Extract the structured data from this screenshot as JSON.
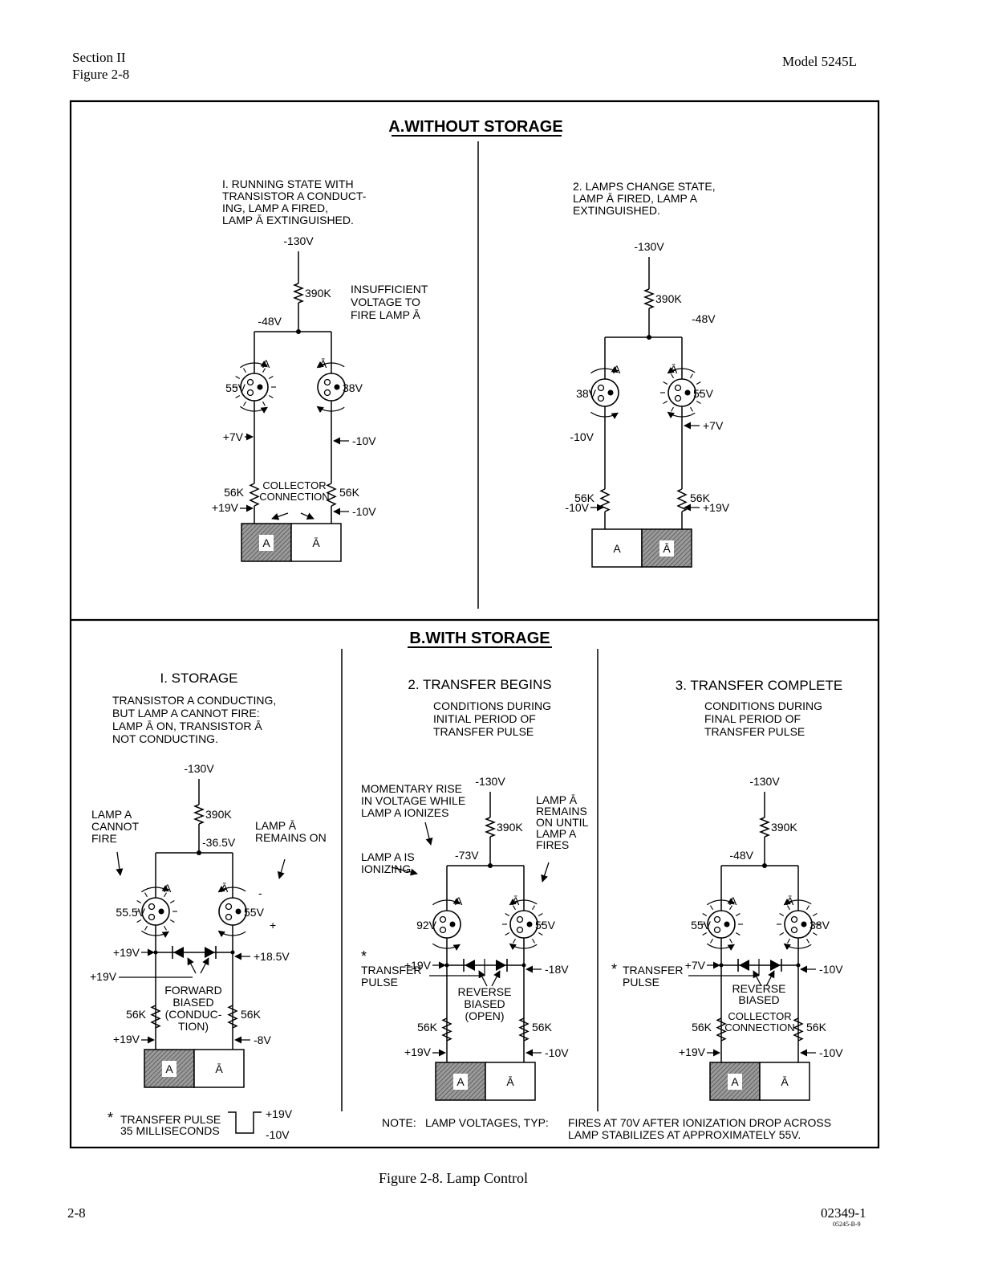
{
  "header": {
    "section": "Section II",
    "figure_ref": "Figure 2-8",
    "model": "Model 5245L"
  },
  "panel_a": {
    "title": "A.WITHOUT STORAGE",
    "c1": {
      "desc": [
        "I. RUNNING STATE WITH",
        "TRANSISTOR A CONDUCT-",
        "ING, LAMP A FIRED,",
        "LAMP Ā EXTINGUISHED."
      ],
      "supply": "-130V",
      "r_top": "390K",
      "node": "-48V",
      "note": [
        "INSUFFICIENT",
        "VOLTAGE TO",
        "FIRE LAMP Ā"
      ],
      "lamp_left": "A",
      "lamp_right": "Ā",
      "v_left": "55V",
      "v_right": "38V",
      "mid_left": "+7V",
      "mid_right": "-10V",
      "r_left": "56K",
      "r_right": "56K",
      "collector": [
        "COLLECTOR",
        "CONNECTION"
      ],
      "bot_left": "+19V",
      "bot_right": "-10V",
      "box_left": "A",
      "box_right": "Ā"
    },
    "c2": {
      "desc": [
        "2. LAMPS CHANGE STATE,",
        "LAMP Ā FIRED, LAMP A",
        "EXTINGUISHED."
      ],
      "supply": "-130V",
      "r_top": "390K",
      "node": "-48V",
      "lamp_left": "A",
      "lamp_right": "Ā",
      "v_left": "38V",
      "v_right": "55V",
      "mid_left": "-10V",
      "mid_right": "+7V",
      "r_left": "56K",
      "r_right": "56K",
      "bot_left": "-10V",
      "bot_right": "+19V",
      "box_left": "A",
      "box_right": "Ā"
    }
  },
  "panel_b": {
    "title": "B.WITH STORAGE",
    "c1": {
      "heading": "I. STORAGE",
      "desc": [
        "TRANSISTOR A CONDUCTING,",
        "BUT LAMP A CANNOT FIRE:",
        "LAMP Ā ON, TRANSISTOR Ā",
        "NOT CONDUCTING."
      ],
      "supply": "-130V",
      "r_top": "390K",
      "node": "-36.5V",
      "note_left": [
        "LAMP A",
        "CANNOT",
        "FIRE"
      ],
      "note_right": [
        "LAMP Ā",
        "REMAINS ON"
      ],
      "lamp_left": "A",
      "lamp_right": "Ā",
      "v_left": "55.5V",
      "v_right": "55V",
      "sign_minus": "-",
      "sign_plus": "+",
      "diode_left": "+19V",
      "diode_right": "+18.5V",
      "pulse_in": "+19V",
      "bias": [
        "FORWARD",
        "BIASED",
        "(CONDUC-",
        "TION)"
      ],
      "r_left": "56K",
      "r_right": "56K",
      "bot_left": "+19V",
      "bot_right": "-8V",
      "box_left": "A",
      "box_right": "Ā"
    },
    "c2": {
      "heading": "2. TRANSFER BEGINS",
      "desc": [
        "CONDITIONS DURING",
        "INITIAL PERIOD OF",
        "TRANSFER PULSE"
      ],
      "supply": "-130V",
      "r_top": "390K",
      "node": "-73V",
      "note_left": [
        "MOMENTARY RISE",
        "IN VOLTAGE WHILE",
        "LAMP A IONIZES"
      ],
      "note_right": [
        "LAMP Ā",
        "REMAINS",
        "ON UNTIL",
        "LAMP A",
        "FIRES"
      ],
      "note_ion": [
        "LAMP A IS",
        "IONIZING"
      ],
      "lamp_left": "A",
      "lamp_right": "Ā",
      "v_left": "92V",
      "v_right": "55V",
      "diode_left": "+19V",
      "diode_right": "-18V",
      "pulse_star": "*",
      "pulse": [
        "TRANSFER",
        "PULSE"
      ],
      "bias": [
        "REVERSE",
        "BIASED",
        "(OPEN)"
      ],
      "r_left": "56K",
      "r_right": "56K",
      "bot_left": "+19V",
      "bot_right": "-10V",
      "box_left": "A",
      "box_right": "Ā"
    },
    "c3": {
      "heading": "3. TRANSFER COMPLETE",
      "desc": [
        "CONDITIONS DURING",
        "FINAL PERIOD OF",
        "TRANSFER PULSE"
      ],
      "supply": "-130V",
      "r_top": "390K",
      "node": "-48V",
      "lamp_left": "A",
      "lamp_right": "Ā",
      "v_left": "55V",
      "v_right": "38V",
      "diode_left": "+7V",
      "diode_right": "-10V",
      "pulse_star": "*",
      "pulse": [
        "TRANSFER",
        "PULSE"
      ],
      "bias": [
        "REVERSE",
        "BIASED"
      ],
      "collector": [
        "COLLECTOR",
        "CONNECTION"
      ],
      "r_left": "56K",
      "r_right": "56K",
      "bot_left": "+19V",
      "bot_right": "-10V",
      "box_left": "A",
      "box_right": "Ā"
    },
    "legend": {
      "star": "*",
      "lines": [
        "TRANSFER PULSE",
        "35 MILLISECONDS"
      ],
      "high": "+19V",
      "low": "-10V"
    },
    "note": {
      "label": "NOTE:",
      "text1": "LAMP VOLTAGES, TYP:",
      "text2": "FIRES AT 70V AFTER IONIZATION DROP ACROSS",
      "text3": "LAMP STABILIZES AT APPROXIMATELY 55V."
    }
  },
  "caption": "Figure 2-8.   Lamp Control",
  "footer": {
    "page": "2-8",
    "drawing_no": "02349-1",
    "small_code": "05245-B-9"
  }
}
